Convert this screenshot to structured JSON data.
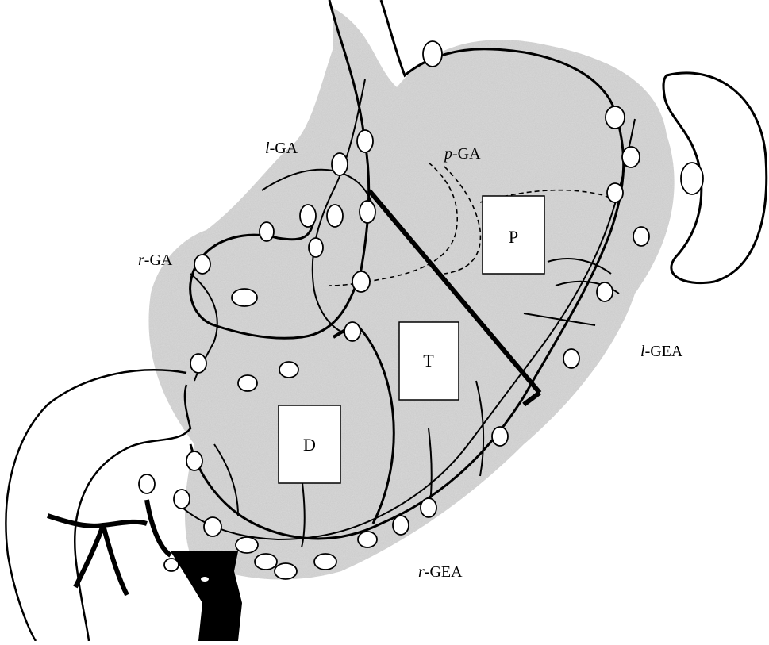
{
  "diagram": {
    "regions": [
      {
        "id": "P",
        "label": "P"
      },
      {
        "id": "T",
        "label": "T"
      },
      {
        "id": "D",
        "label": "D"
      }
    ],
    "vessels": [
      {
        "id": "l-GA",
        "prefix": "l",
        "suffix": "-GA"
      },
      {
        "id": "p-GA",
        "prefix": "p",
        "suffix": "-GA"
      },
      {
        "id": "r-GA",
        "prefix": "r",
        "suffix": "-GA"
      },
      {
        "id": "l-GEA",
        "prefix": "l",
        "suffix": "-GEA"
      },
      {
        "id": "r-GEA",
        "prefix": "r",
        "suffix": "-GEA"
      }
    ]
  }
}
